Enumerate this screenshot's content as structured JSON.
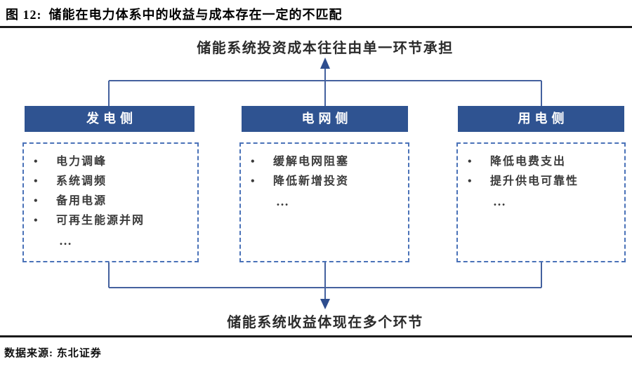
{
  "figure": {
    "label": "图 12:",
    "title": "储能在电力体系中的收益与成本存在一定的不匹配"
  },
  "diagram": {
    "top_caption": "储能系统投资成本往往由单一环节承担",
    "bottom_caption": "储能系统收益体现在多个环节",
    "columns": [
      {
        "header": "发电侧",
        "items": [
          "电力调峰",
          "系统调频",
          "备用电源",
          "可再生能源并网"
        ],
        "more": "…"
      },
      {
        "header": "电网侧",
        "items": [
          "缓解电网阻塞",
          "降低新增投资"
        ],
        "more": "…"
      },
      {
        "header": "用电侧",
        "items": [
          "降低电费支出",
          "提升供电可靠性"
        ],
        "more": "…"
      }
    ]
  },
  "footer": {
    "source": "数据来源: 东北证券"
  },
  "colors": {
    "box_fill": "#2F5391",
    "box_text": "#FFFFFF",
    "dashed_border": "#4A72B8",
    "connector": "#44619E",
    "arrow": "#2E4D8E",
    "rule": "#1A1A1A"
  }
}
